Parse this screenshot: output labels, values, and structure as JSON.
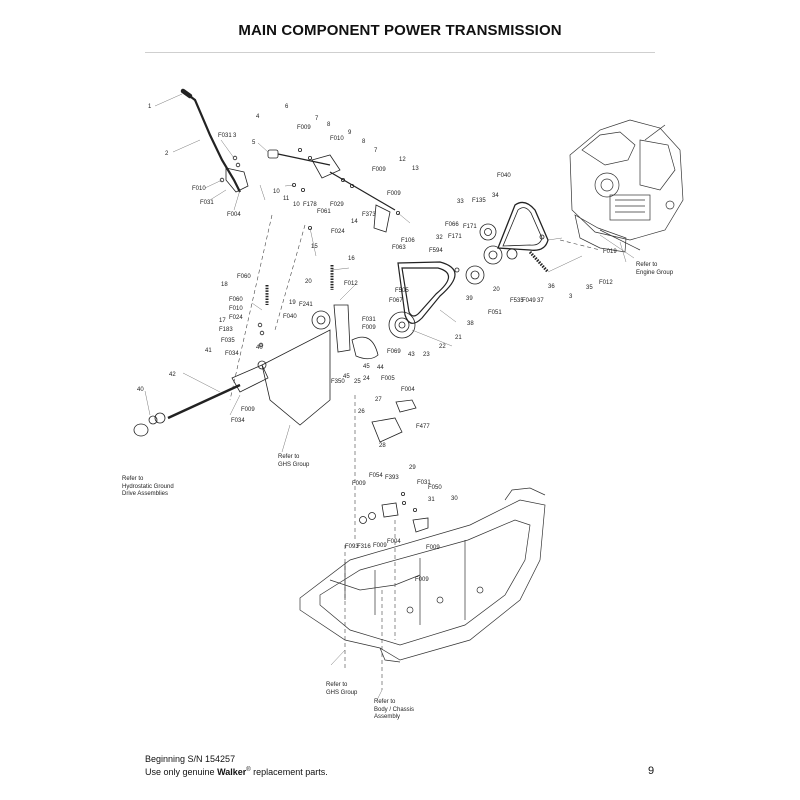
{
  "title": "MAIN COMPONENT POWER TRANSMISSION",
  "callouts": [
    {
      "id": "c1",
      "text": "1"
    },
    {
      "id": "c2",
      "text": "2"
    },
    {
      "id": "c3",
      "text": "3"
    },
    {
      "id": "c4",
      "text": "F031"
    },
    {
      "id": "c5",
      "text": "F010"
    },
    {
      "id": "c6",
      "text": "F031"
    },
    {
      "id": "c7",
      "text": "F004"
    },
    {
      "id": "c8",
      "text": "4"
    },
    {
      "id": "c9",
      "text": "6"
    },
    {
      "id": "c10",
      "text": "5"
    },
    {
      "id": "c11",
      "text": "F009"
    },
    {
      "id": "c12",
      "text": "7"
    },
    {
      "id": "c13",
      "text": "8"
    },
    {
      "id": "c14",
      "text": "F010"
    },
    {
      "id": "c15",
      "text": "9"
    },
    {
      "id": "c16",
      "text": "8"
    },
    {
      "id": "c17",
      "text": "7"
    },
    {
      "id": "c18",
      "text": "10"
    },
    {
      "id": "c19",
      "text": "11"
    },
    {
      "id": "c20",
      "text": "10"
    },
    {
      "id": "c21",
      "text": "F178"
    },
    {
      "id": "c22",
      "text": "F061"
    },
    {
      "id": "c23",
      "text": "F029"
    },
    {
      "id": "c24",
      "text": "F009"
    },
    {
      "id": "c25",
      "text": "12"
    },
    {
      "id": "c26",
      "text": "13"
    },
    {
      "id": "c27",
      "text": "F373"
    },
    {
      "id": "c28",
      "text": "14"
    },
    {
      "id": "c29",
      "text": "F024"
    },
    {
      "id": "c30",
      "text": "F009"
    },
    {
      "id": "c31",
      "text": "F106"
    },
    {
      "id": "c32",
      "text": "F063"
    },
    {
      "id": "c33",
      "text": "15"
    },
    {
      "id": "c34",
      "text": "16"
    },
    {
      "id": "c35",
      "text": "F060"
    },
    {
      "id": "c36",
      "text": "18"
    },
    {
      "id": "c37",
      "text": "F060"
    },
    {
      "id": "c38",
      "text": "F010"
    },
    {
      "id": "c39",
      "text": "F024"
    },
    {
      "id": "c40",
      "text": "17"
    },
    {
      "id": "c41",
      "text": "F183"
    },
    {
      "id": "c42",
      "text": "F035"
    },
    {
      "id": "c43",
      "text": "40"
    },
    {
      "id": "c44",
      "text": "41"
    },
    {
      "id": "c45",
      "text": "F034"
    },
    {
      "id": "c46",
      "text": "20"
    },
    {
      "id": "c47",
      "text": "F012"
    },
    {
      "id": "c48",
      "text": "19"
    },
    {
      "id": "c49",
      "text": "F241"
    },
    {
      "id": "c50",
      "text": "F040"
    },
    {
      "id": "c51",
      "text": "F031"
    },
    {
      "id": "c52",
      "text": "F009"
    },
    {
      "id": "c53",
      "text": "45"
    },
    {
      "id": "c54",
      "text": "F350"
    },
    {
      "id": "c55",
      "text": "45"
    },
    {
      "id": "c56",
      "text": "25"
    },
    {
      "id": "c57",
      "text": "24"
    },
    {
      "id": "c58",
      "text": "F005"
    },
    {
      "id": "c59",
      "text": "44"
    },
    {
      "id": "c60",
      "text": "F069"
    },
    {
      "id": "c61",
      "text": "43"
    },
    {
      "id": "c62",
      "text": "23"
    },
    {
      "id": "c63",
      "text": "22"
    },
    {
      "id": "c64",
      "text": "21"
    },
    {
      "id": "c65",
      "text": "F505"
    },
    {
      "id": "c66",
      "text": "F067"
    },
    {
      "id": "c67",
      "text": "42"
    },
    {
      "id": "c68",
      "text": "40"
    },
    {
      "id": "c69",
      "text": "F009"
    },
    {
      "id": "c70",
      "text": "F034"
    },
    {
      "id": "c71",
      "text": "32"
    },
    {
      "id": "c72",
      "text": "F594"
    },
    {
      "id": "c73",
      "text": "F066"
    },
    {
      "id": "c74",
      "text": "F171"
    },
    {
      "id": "c75",
      "text": "33"
    },
    {
      "id": "c76",
      "text": "F171"
    },
    {
      "id": "c77",
      "text": "F135"
    },
    {
      "id": "c78",
      "text": "34"
    },
    {
      "id": "c79",
      "text": "F040"
    },
    {
      "id": "c80",
      "text": "39"
    },
    {
      "id": "c81",
      "text": "38"
    },
    {
      "id": "c82",
      "text": "F051"
    },
    {
      "id": "c83",
      "text": "20"
    },
    {
      "id": "c84",
      "text": "F535"
    },
    {
      "id": "c85",
      "text": "F049"
    },
    {
      "id": "c86",
      "text": "37"
    },
    {
      "id": "c87",
      "text": "36"
    },
    {
      "id": "c88",
      "text": "3"
    },
    {
      "id": "c89",
      "text": "35"
    },
    {
      "id": "c90",
      "text": "F012"
    },
    {
      "id": "c91",
      "text": "F019"
    },
    {
      "id": "c92",
      "text": "F004"
    },
    {
      "id": "c93",
      "text": "27"
    },
    {
      "id": "c94",
      "text": "26"
    },
    {
      "id": "c95",
      "text": "F477"
    },
    {
      "id": "c96",
      "text": "28"
    },
    {
      "id": "c97",
      "text": "F054"
    },
    {
      "id": "c98",
      "text": "F393"
    },
    {
      "id": "c99",
      "text": "29"
    },
    {
      "id": "c100",
      "text": "F009"
    },
    {
      "id": "c101",
      "text": "F031"
    },
    {
      "id": "c102",
      "text": "F050"
    },
    {
      "id": "c103",
      "text": "31"
    },
    {
      "id": "c104",
      "text": "30"
    },
    {
      "id": "c105",
      "text": "F093"
    },
    {
      "id": "c106",
      "text": "F316"
    },
    {
      "id": "c107",
      "text": "F009"
    },
    {
      "id": "c108",
      "text": "F004"
    },
    {
      "id": "c109",
      "text": "F009"
    },
    {
      "id": "c110",
      "text": "F009"
    }
  ],
  "references": {
    "engine": [
      "Refer to",
      "Engine Group"
    ],
    "hydrostatic": [
      "Refer to",
      "Hydrostatic Ground",
      "Drive Assemblies"
    ],
    "ghs_upper": [
      "Refer to",
      "GHS Group"
    ],
    "ghs_lower": [
      "Refer to",
      "GHS Group"
    ],
    "body": [
      "Refer to",
      "Body / Chassis",
      "Assembly"
    ]
  },
  "footer": {
    "serial": "Beginning S/N 154257",
    "notice_prefix": "Use only genuine ",
    "brand": "Walker",
    "registered": "®",
    "notice_suffix": " replacement parts."
  },
  "page_number": "9"
}
